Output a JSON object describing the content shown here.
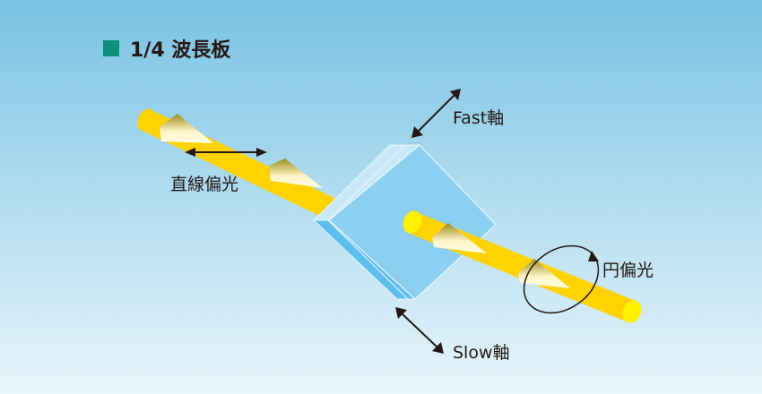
{
  "title": "1/4 波長板",
  "labels": {
    "fast": "Fast軸",
    "slow": "Slow軸",
    "linear": "直線偏光",
    "circular": "円偏光"
  },
  "colors": {
    "beam": "#ffd200",
    "beam_end": "#fff100",
    "plate": "#8ccff0",
    "plate_side": "#5dbfee",
    "title_marker": "#0e8f78"
  }
}
